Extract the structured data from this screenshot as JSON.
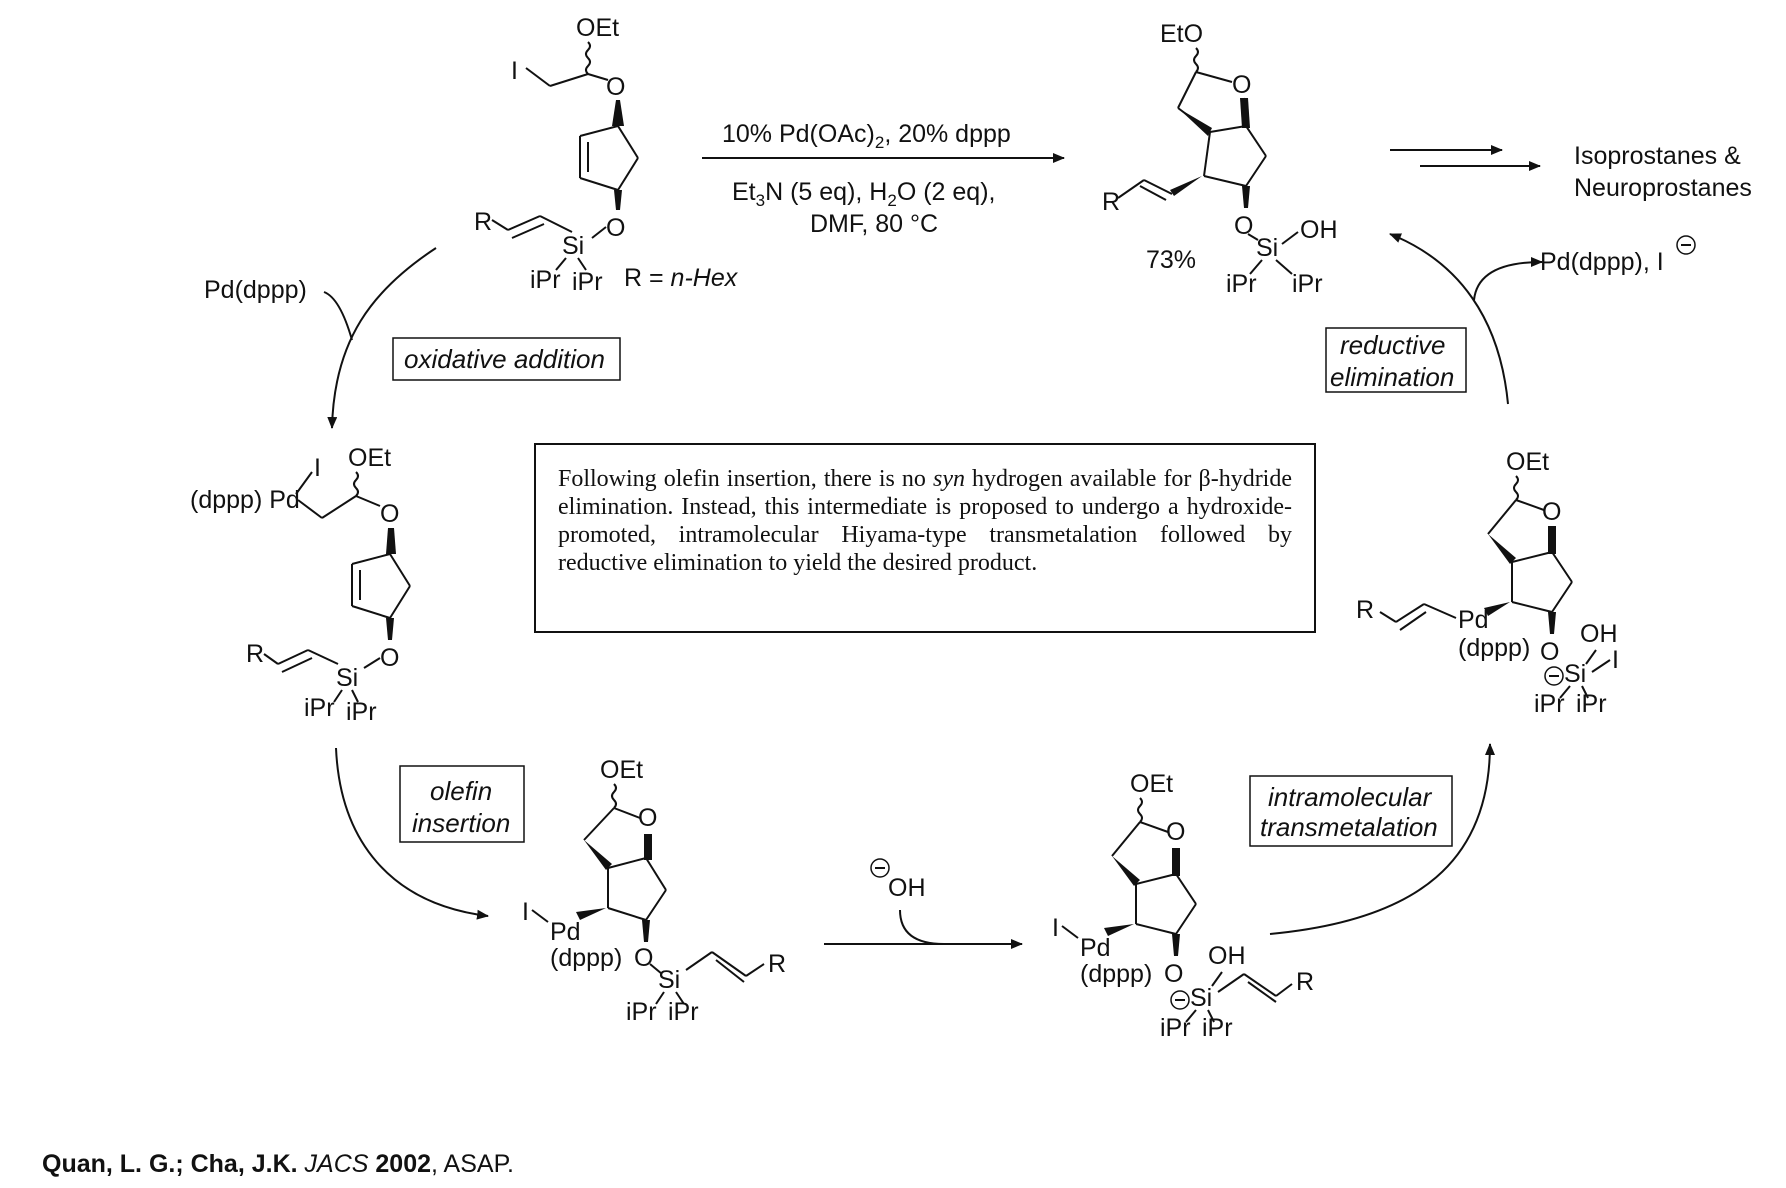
{
  "scheme": {
    "reagents": {
      "line1": "10% Pd(OAc)",
      "line1_sub": "2",
      "line1_end": ", 20% dppp",
      "line2a": "Et",
      "line2a_sub": "3",
      "line2b": "N (5 eq), H",
      "line2b_sub": "2",
      "line2c": "O (2 eq),",
      "line3": "DMF, 80 °C"
    },
    "r_definition_prefix": "R = ",
    "r_definition_value": "n-Hex",
    "yield": "73%",
    "products_label_1": "Isoprostanes &",
    "products_label_2": "Neuroprostanes",
    "catalyst_in": "Pd(dppp)",
    "catalyst_out": "Pd(dppp), I",
    "hydroxide": "OH",
    "steps": {
      "oxidative_addition": "oxidative addition",
      "olefin_insertion_1": "olefin",
      "olefin_insertion_2": "insertion",
      "transmetalation_1": "intramolecular",
      "transmetalation_2": "transmetalation",
      "reductive_1": "reductive",
      "reductive_2": "elimination"
    },
    "atoms": {
      "oet": "OEt",
      "eto": "EtO",
      "o": "O",
      "i": "I",
      "r": "R",
      "si": "Si",
      "ipr": "iPr",
      "oh": "OH",
      "pd": "Pd",
      "dppp": "(dppp)",
      "dppp_pd": "(dppp) Pd"
    }
  },
  "note": {
    "part1": "Following olefin insertion, there is no ",
    "emph": "syn",
    "part2": " hydrogen available for β-hydride elimination. Instead, this intermediate is proposed to undergo a hydroxide-promoted, intramolecular Hiyama-type transmetalation followed by reductive elimination to yield the desired product."
  },
  "citation": {
    "authors": "Quan, L. G.; Cha, J.K.",
    "journal": "JACS",
    "year": "2002",
    "rest": ", ASAP."
  }
}
